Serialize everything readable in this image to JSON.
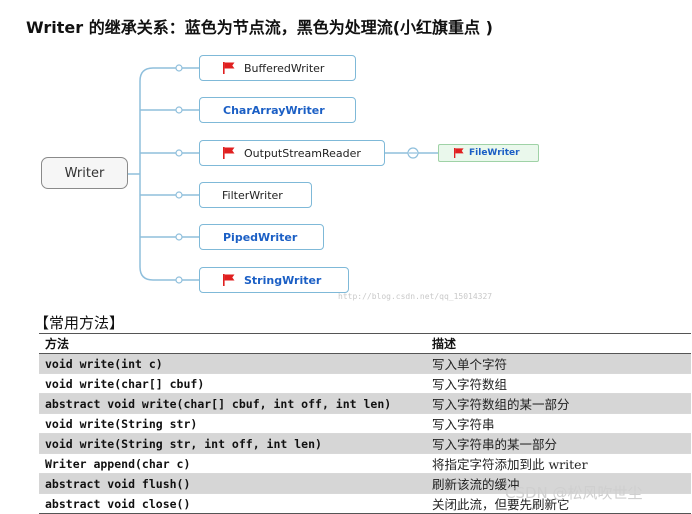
{
  "title": "Writer 的继承关系：蓝色为节点流，黑色为处理流(小红旗重点 )",
  "colors": {
    "flag": "#e02020",
    "node_stream": "#1b5fc5",
    "connector": "#8fbfdc"
  },
  "diagram": {
    "root": "Writer",
    "children": [
      {
        "label": "BufferedWriter",
        "flag": true
      },
      {
        "label": "CharArrayWriter",
        "flag": false
      },
      {
        "label": "OutputStreamReader",
        "flag": true
      },
      {
        "label": "FilterWriter",
        "flag": false
      },
      {
        "label": "PipedWriter",
        "flag": false
      },
      {
        "label": "StringWriter",
        "flag": true
      }
    ],
    "grandchild": {
      "label": "FileWriter",
      "flag": true
    }
  },
  "watermark": "http://blog.csdn.net/qq_15014327",
  "section_title": "【常用方法】",
  "table": {
    "headers": [
      "方法",
      "描述"
    ],
    "rows": [
      {
        "method": "void write(int c)",
        "desc": "写入单个字符"
      },
      {
        "method": "void write(char[] cbuf)",
        "desc": "写入字符数组"
      },
      {
        "method": "abstract void write(char[] cbuf, int off, int len)",
        "desc": "写入字符数组的某一部分"
      },
      {
        "method": "void write(String str)",
        "desc": "写入字符串"
      },
      {
        "method": "void write(String str, int off, int len)",
        "desc": "写入字符串的某一部分"
      },
      {
        "method": "Writer append(char c)",
        "desc": "将指定字符添加到此 writer"
      },
      {
        "method": "abstract void flush()",
        "desc": "刷新该流的缓冲"
      },
      {
        "method": "abstract void close()",
        "desc": "关闭此流，但要先刷新它"
      }
    ]
  },
  "credit": "CSDN @松风吹世尘"
}
